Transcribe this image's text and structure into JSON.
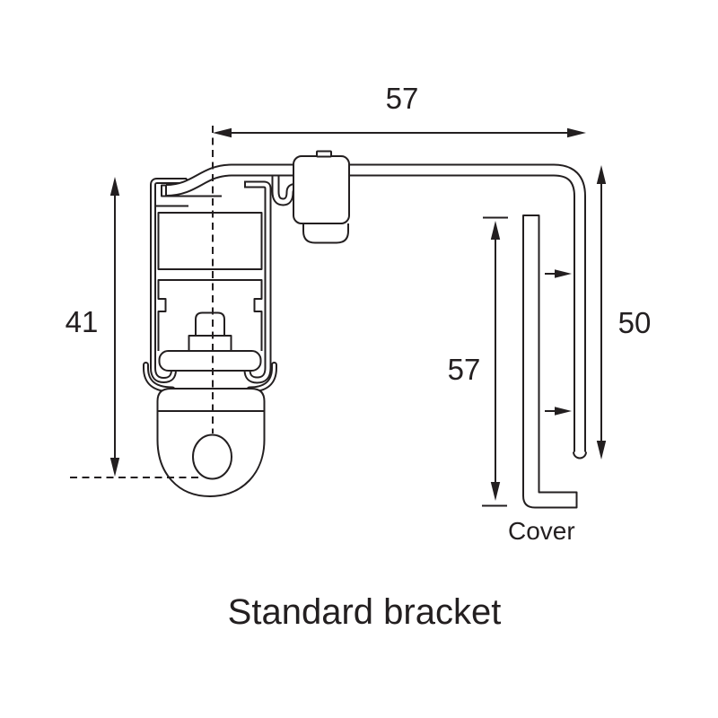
{
  "title": "Standard bracket",
  "labels": {
    "cover": "Cover"
  },
  "dimensions": {
    "top_width": "57",
    "left_height": "41",
    "right_height": "50",
    "cover_length": "57"
  },
  "style": {
    "line_color": "#231f20",
    "background": "#ffffff"
  }
}
